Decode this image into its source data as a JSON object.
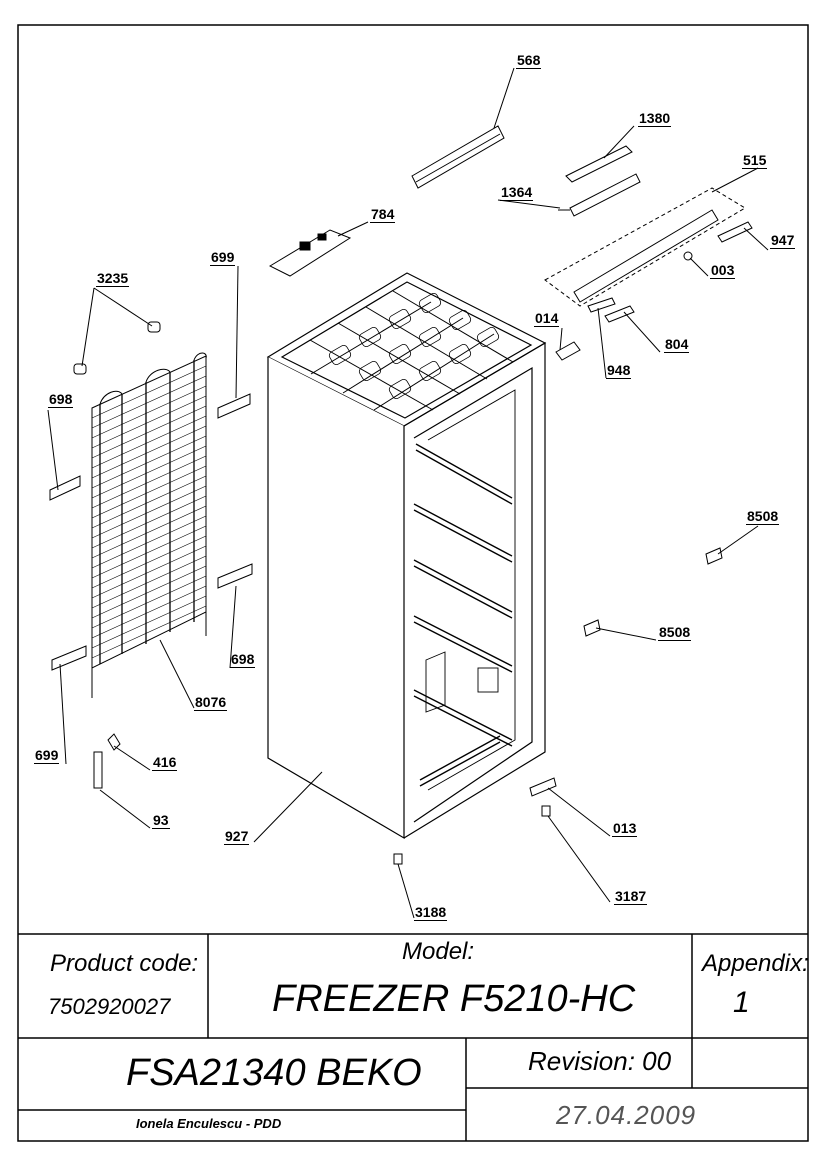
{
  "diagram": {
    "part_labels": {
      "p568": "568",
      "p1380": "1380",
      "p515": "515",
      "p1364": "1364",
      "p784": "784",
      "p947": "947",
      "p699_top": "699",
      "p003": "003",
      "p3235": "3235",
      "p014": "014",
      "p804": "804",
      "p948": "948",
      "p698_left": "698",
      "p8508_upper": "8508",
      "p8508_lower": "8508",
      "p698_right": "698",
      "p8076": "8076",
      "p699_bottom": "699",
      "p416": "416",
      "p93": "93",
      "p013": "013",
      "p927": "927",
      "p3187": "3187",
      "p3188": "3188"
    }
  },
  "title_block": {
    "product_code_label": "Product code:",
    "product_code_value": "7502920027",
    "model_label": "Model:",
    "model_value": "FREEZER F5210-HC",
    "appendix_label": "Appendix:",
    "appendix_value": "1",
    "drawing_name": "FSA21340 BEKO",
    "revision": "Revision: 00",
    "author": "Ionela Enculescu - PDD",
    "date": "27.04.2009"
  }
}
